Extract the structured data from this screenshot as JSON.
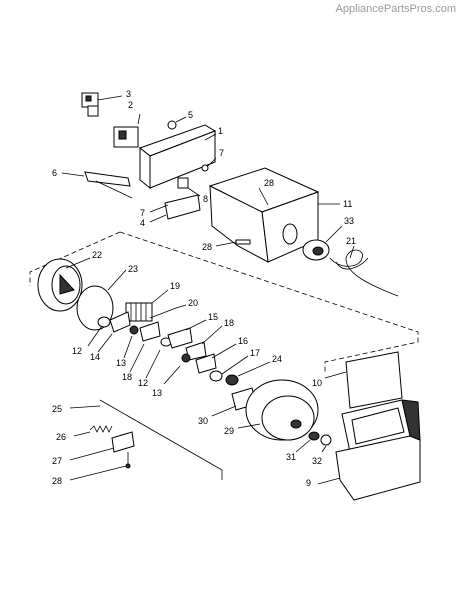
{
  "watermark": "AppliancePartsPros.com",
  "callouts": {
    "c3": "3",
    "c2": "2",
    "c5": "5",
    "c1": "1",
    "c7a": "7",
    "c6": "6",
    "c8": "8",
    "c7b": "7",
    "c4": "4",
    "c28a": "28",
    "c11": "11",
    "c33": "33",
    "c21": "21",
    "c28b": "28",
    "c22": "22",
    "c23": "23",
    "c19": "19",
    "c20": "20",
    "c15": "15",
    "c18a": "18",
    "c12a": "12",
    "c14": "14",
    "c13a": "13",
    "c18b": "18",
    "c12b": "12",
    "c13b": "13",
    "c16": "16",
    "c17": "17",
    "c24": "24",
    "c10": "10",
    "c30": "30",
    "c29": "29",
    "c25": "25",
    "c26": "26",
    "c27": "27",
    "c28c": "28",
    "c31": "31",
    "c32": "32",
    "c9": "9"
  }
}
